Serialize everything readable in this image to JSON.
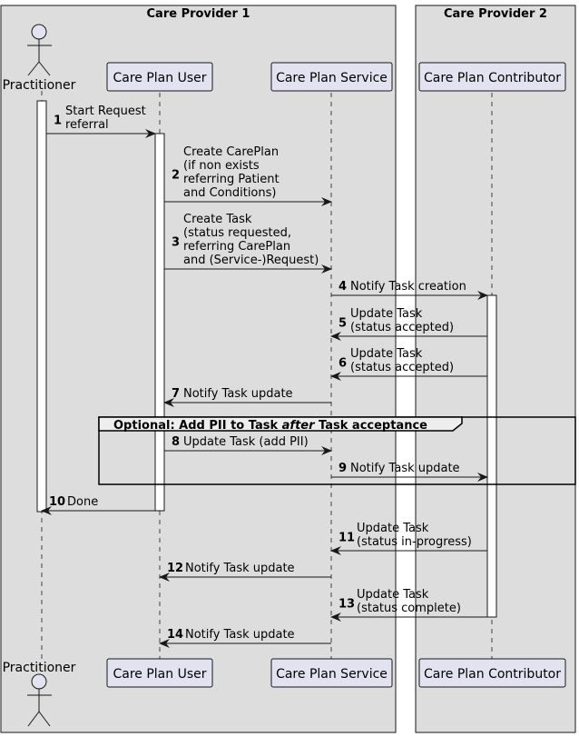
{
  "boxes": {
    "provider1": "Care Provider 1",
    "provider2": "Care Provider 2"
  },
  "participants": {
    "practitioner": "Practitioner",
    "user": "Care Plan User",
    "service": "Care Plan Service",
    "contributor": "Care Plan Contributor"
  },
  "group": {
    "prefix": "Optional: Add PII to Task ",
    "emphasis": "after",
    "suffix": " Task acceptance"
  },
  "messages": [
    {
      "num": "1",
      "lines": [
        "Start Request",
        "referral"
      ]
    },
    {
      "num": "2",
      "lines": [
        "Create CarePlan",
        "(if non exists",
        "referring Patient",
        "and Conditions)"
      ]
    },
    {
      "num": "3",
      "lines": [
        "Create Task",
        "(status requested,",
        "referring CarePlan",
        "and (Service-)Request)"
      ]
    },
    {
      "num": "4",
      "lines": [
        "Notify Task creation"
      ]
    },
    {
      "num": "5",
      "lines": [
        "Update Task",
        "(status accepted)"
      ]
    },
    {
      "num": "6",
      "lines": [
        "Update Task",
        "(status accepted)"
      ]
    },
    {
      "num": "7",
      "lines": [
        "Notify Task update"
      ]
    },
    {
      "num": "8",
      "lines": [
        "Update Task (add PII)"
      ]
    },
    {
      "num": "9",
      "lines": [
        "Notify Task update"
      ]
    },
    {
      "num": "10",
      "lines": [
        "Done"
      ]
    },
    {
      "num": "11",
      "lines": [
        "Update Task",
        "(status in-progress)"
      ]
    },
    {
      "num": "12",
      "lines": [
        "Notify Task update"
      ]
    },
    {
      "num": "13",
      "lines": [
        "Update Task",
        "(status complete)"
      ]
    },
    {
      "num": "14",
      "lines": [
        "Notify Task update"
      ]
    }
  ],
  "colors": {
    "box_fill": "#dddddd",
    "box_stroke": "#181818",
    "participant_fill": "#e2e2f0",
    "line": "#181818"
  }
}
